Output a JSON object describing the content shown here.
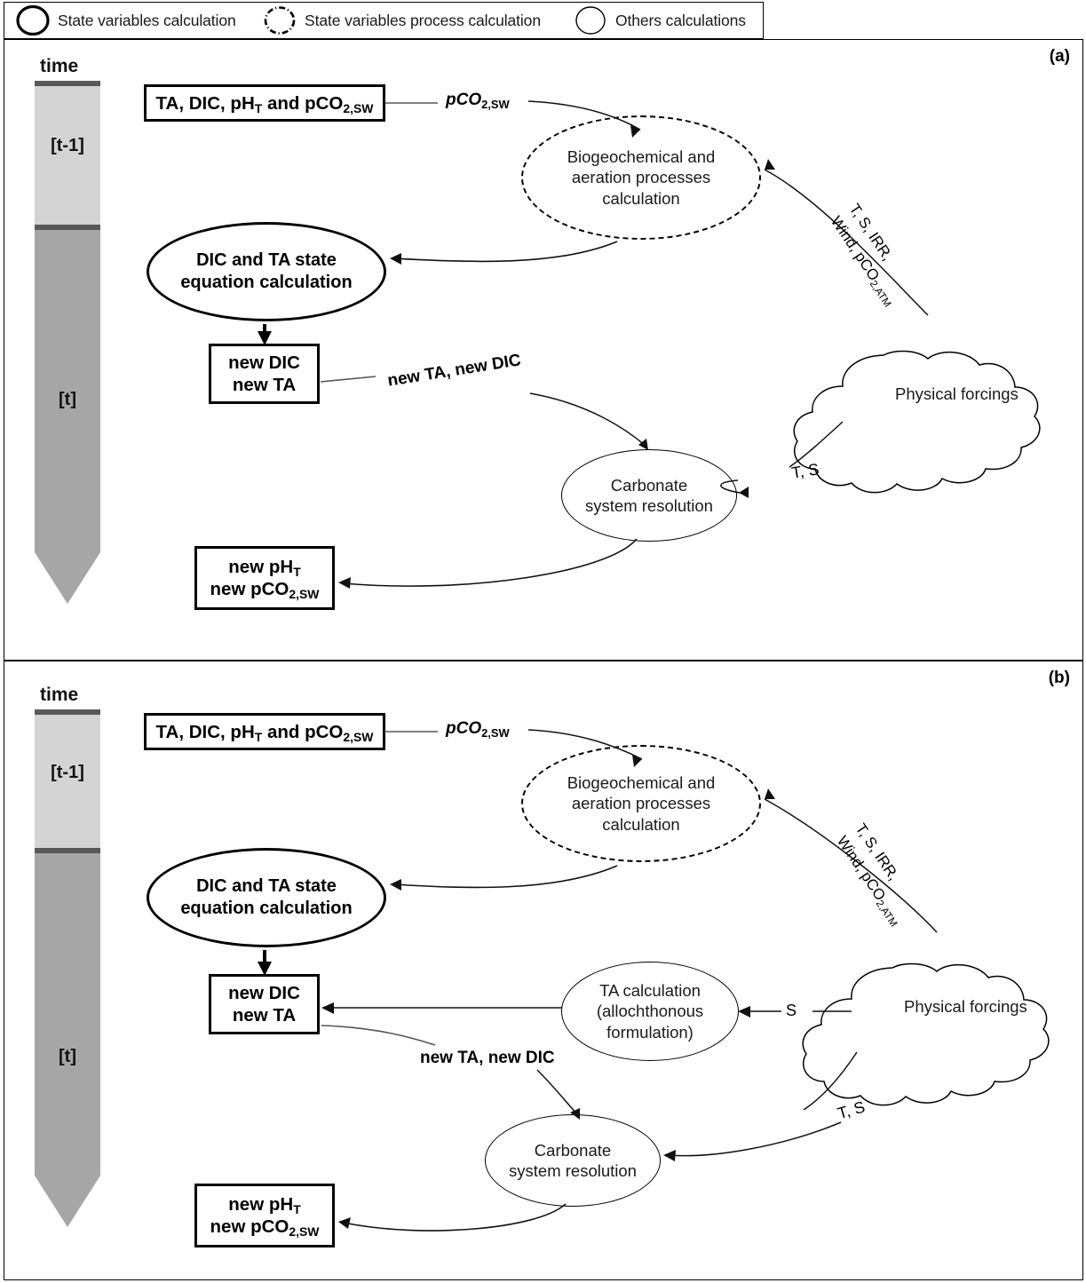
{
  "legend": {
    "items": [
      {
        "label": "State variables calculation",
        "icon": "solid-ellipse-icon"
      },
      {
        "label": "State variables process calculation",
        "icon": "dashed-ellipse-icon"
      },
      {
        "label": "Others calculations",
        "icon": "thin-ellipse-icon"
      }
    ]
  },
  "colors": {
    "time_early": "#d4d4d4",
    "time_late": "#a6a6a6",
    "time_cap": "#595959",
    "stroke": "#000000",
    "background": "#ffffff"
  },
  "panel_a": {
    "tag": "(a)",
    "time_axis": {
      "title": "time",
      "segments": [
        {
          "label": "[t-1]"
        },
        {
          "label": "[t]"
        }
      ]
    },
    "nodes": {
      "state_box": {
        "line1": "TA, DIC, pH",
        "sub1": "T",
        "mid": " and ",
        "line2": "pCO",
        "sub2": "2,SW"
      },
      "biogeo": {
        "line1": "Biogeochemical and",
        "line2": "aeration processes",
        "line3": "calculation"
      },
      "state_eq": {
        "line1": "DIC and TA state",
        "line2": "equation calculation"
      },
      "new_dic": {
        "line1": "new DIC",
        "line2": "new TA"
      },
      "carbonate": {
        "line1": "Carbonate",
        "line2": "system resolution"
      },
      "new_ph": {
        "line1": "new pH",
        "sub1": "T",
        "line2": "new pCO",
        "sub2": "2,SW"
      },
      "cloud": {
        "label": "Physical forcings"
      }
    },
    "edges": {
      "pco2sw": {
        "text": "pCO",
        "sub": "2,SW"
      },
      "new_ta_new_dic": "new TA, new DIC",
      "forcing": {
        "line1": "T, S, IRR,",
        "line2": "Wind, pCO",
        "sub": "2,ATM"
      },
      "ts": "T, S"
    }
  },
  "panel_b": {
    "tag": "(b)",
    "time_axis": {
      "title": "time",
      "segments": [
        {
          "label": "[t-1]"
        },
        {
          "label": "[t]"
        }
      ]
    },
    "nodes": {
      "state_box": {
        "line1": "TA, DIC, pH",
        "sub1": "T",
        "mid": " and ",
        "line2": "pCO",
        "sub2": "2,SW"
      },
      "biogeo": {
        "line1": "Biogeochemical and",
        "line2": "aeration processes",
        "line3": "calculation"
      },
      "state_eq": {
        "line1": "DIC and TA state",
        "line2": "equation calculation"
      },
      "new_dic": {
        "line1": "new DIC",
        "line2": "new TA"
      },
      "ta_calc": {
        "line1": "TA calculation",
        "line2": "(allochthonous",
        "line3": "formulation)"
      },
      "carbonate": {
        "line1": "Carbonate",
        "line2": "system resolution"
      },
      "new_ph": {
        "line1": "new pH",
        "sub1": "T",
        "line2": "new pCO",
        "sub2": "2,SW"
      },
      "cloud": {
        "label": "Physical forcings"
      }
    },
    "edges": {
      "pco2sw": {
        "text": "pCO",
        "sub": "2,SW"
      },
      "new_ta_new_dic": "new TA, new DIC",
      "forcing": {
        "line1": "T, S, IRR,",
        "line2": "Wind, pCO",
        "sub": "2,ATM"
      },
      "ts": "T, S",
      "s": "S"
    }
  }
}
